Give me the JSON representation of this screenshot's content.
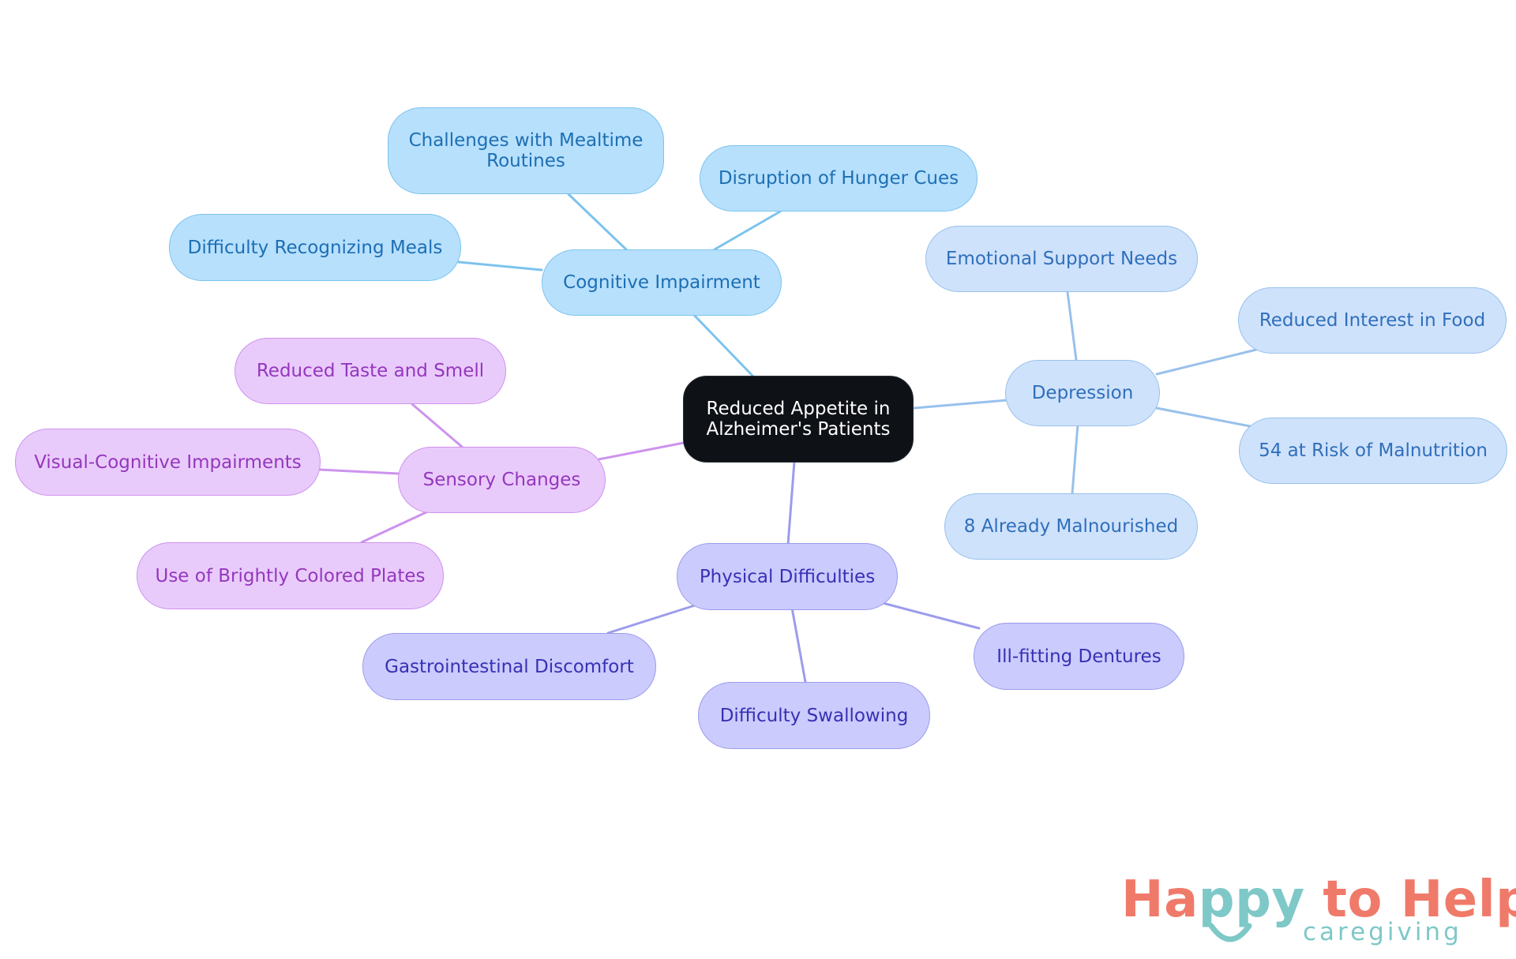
{
  "colors": {
    "root_fill": "#0e1116",
    "cognitive": "#b7e0fd",
    "depression": "#cfe2fb",
    "sensory": "#e9cbfb",
    "physical": "#cbcbfd",
    "logo_coral": "#f07a6a",
    "logo_teal": "#7fc8c8"
  },
  "mindmap": {
    "root": {
      "label": "Reduced Appetite in Alzheimer's Patients"
    },
    "branches": [
      {
        "id": "cognitive",
        "label": "Cognitive Impairment",
        "children": [
          {
            "label": "Challenges with Mealtime Routines"
          },
          {
            "label": "Disruption of Hunger Cues"
          },
          {
            "label": "Difficulty Recognizing Meals"
          }
        ]
      },
      {
        "id": "depression",
        "label": "Depression",
        "children": [
          {
            "label": "Emotional Support Needs"
          },
          {
            "label": "Reduced Interest in Food"
          },
          {
            "label": "54 at Risk of Malnutrition"
          },
          {
            "label": "8 Already Malnourished"
          }
        ]
      },
      {
        "id": "sensory",
        "label": "Sensory Changes",
        "children": [
          {
            "label": "Reduced Taste and Smell"
          },
          {
            "label": "Visual-Cognitive Impairments"
          },
          {
            "label": "Use of Brightly Colored Plates"
          }
        ]
      },
      {
        "id": "physical",
        "label": "Physical Difficulties",
        "children": [
          {
            "label": "Gastrointestinal Discomfort"
          },
          {
            "label": "Difficulty Swallowing"
          },
          {
            "label": "Ill-fitting Dentures"
          }
        ]
      }
    ]
  },
  "logo": {
    "word1_a": "Ha",
    "word1_b": "pp",
    "word1_c": "y",
    "rest": " to Help",
    "subtitle": "caregiving"
  }
}
